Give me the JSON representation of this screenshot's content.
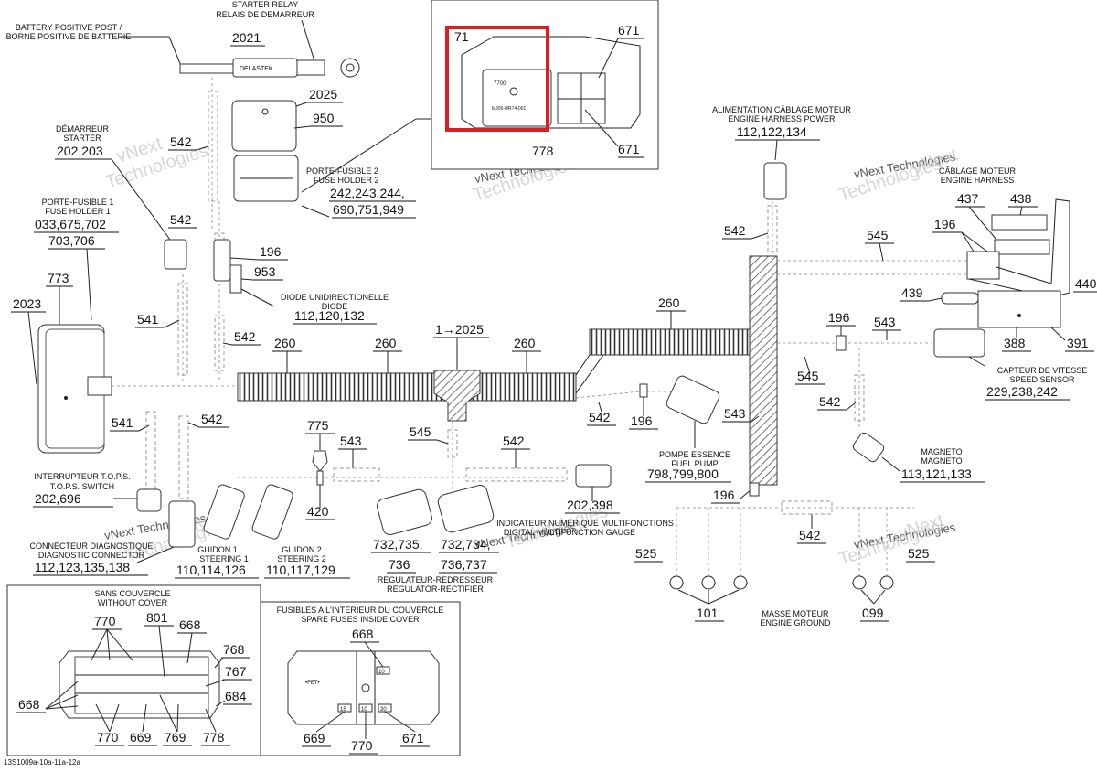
{
  "highlight_color": "#e01b24",
  "labels": {
    "battery_en": "BATTERY POSITIVE POST /",
    "battery_fr": "BORNE POSITIVE DE BATTERIE",
    "starter_relay_en": "STARTER RELAY",
    "starter_relay_fr": "RELAIS DE DEMARREUR",
    "demarreur_fr": "DÉMARREUR",
    "starter_en": "STARTER",
    "fuse1_fr": "PORTE-FUSIBLE 1",
    "fuse1_en": "FUSE HOLDER 1",
    "fuse2_fr": "PORTE-FUSIBLE 2",
    "fuse2_en": "FUSE HOLDER 2",
    "diode_fr": "DIODE UNIDIRECTIONELLE",
    "diode_en": "DIODE",
    "eng_power_fr": "ALIMENTATION CÂBLAGE MOTEUR",
    "eng_power_en": "ENGINE HARNESS POWER",
    "cable_moteur_fr": "CÂBLAGE MOTEUR",
    "cable_moteur_en": "ENGINE HARNESS",
    "speed_fr": "CAPTEUR DE VITESSE",
    "speed_en": "SPEED SENSOR",
    "pump_fr": "POMPE ESSENCE",
    "pump_en": "FUEL PUMP",
    "magneto_fr": "MAGNETO",
    "magneto_en": "MAGNETO",
    "tops_fr": "INTERRUPTEUR T.O.P.S.",
    "tops_en": "T.O.P.S. SWITCH",
    "diag_fr": "CONNECTEUR DIAGNOSTIQUE",
    "diag_en": "DIAGNOSTIC CONNECTOR",
    "guidon1_fr": "GUIDON 1",
    "guidon1_en": "STEERING 1",
    "guidon2_fr": "GUIDON 2",
    "guidon2_en": "STEERING 2",
    "gauge_fr": "INDICATEUR NUMERIQUE MULTIFONCTIONS",
    "gauge_en": "DIGITAL MULTIFUNCTION GAUGE",
    "reg_fr": "REGULATEUR-REDRESSEUR",
    "reg_en": "REGULATOR-RECTIFIER",
    "ground_fr": "MASSE MOTEUR",
    "ground_en": "ENGINE GROUND",
    "without_cover_fr": "SANS COUVERCLE",
    "without_cover_en": "WITHOUT COVER",
    "spare_fr": "FUSIBLES A L'INTERIEUR DU COUVERCLE",
    "spare_en": "SPARE FUSES INSIDE COVER",
    "delastek": "DELASTEK",
    "figure_id": "13S1009a-10a-11a-12a"
  },
  "callouts": {
    "c2021": "2021",
    "c2025": "2025",
    "c950": "950",
    "c542": "542",
    "c202_203": "202,203",
    "c242": "242,243,244,",
    "c690": "690,751,949",
    "c033": "033,675,702",
    "c703": "703,706",
    "c773": "773",
    "c2023": "2023",
    "c196": "196",
    "c953": "953",
    "c112_120": "112,120,132",
    "c541": "541",
    "c260": "260",
    "c1to2025": "1→2025",
    "c671": "671",
    "c778": "778",
    "c71": "71",
    "c112_122": "112,122,134",
    "c545": "545",
    "c437": "437",
    "c438": "438",
    "c440": "440",
    "c439": "439",
    "c388": "388",
    "c391": "391",
    "c543": "543",
    "c229": "229,238,242",
    "c775": "775",
    "c420": "420",
    "c202_398": "202,398",
    "c798": "798,799,800",
    "c113": "113,121,133",
    "c202_696": "202,696",
    "c112_123": "112,123,135,138",
    "c110_114": "110,114,126",
    "c110_117": "110,117,129",
    "c732a": "732,735,",
    "c736a": "736",
    "c732b": "732,734,",
    "c736b": "736,737",
    "c525": "525",
    "c101": "101",
    "c099": "099",
    "c770": "770",
    "c801": "801",
    "c668": "668",
    "c768": "768",
    "c767": "767",
    "c684": "684",
    "c669": "669",
    "c769": "769"
  },
  "watermark": {
    "line1": "vNext",
    "line2": "Technologies",
    "small": "vNext Technologies"
  },
  "fuse_box_text": {
    "f7700": "7700",
    "relay_code": "MJ05-0/R74-001",
    "fet": "•FET•",
    "fuse15": "15",
    "fuse10": "10",
    "fuse30": "30",
    "fuse10b": "10"
  }
}
